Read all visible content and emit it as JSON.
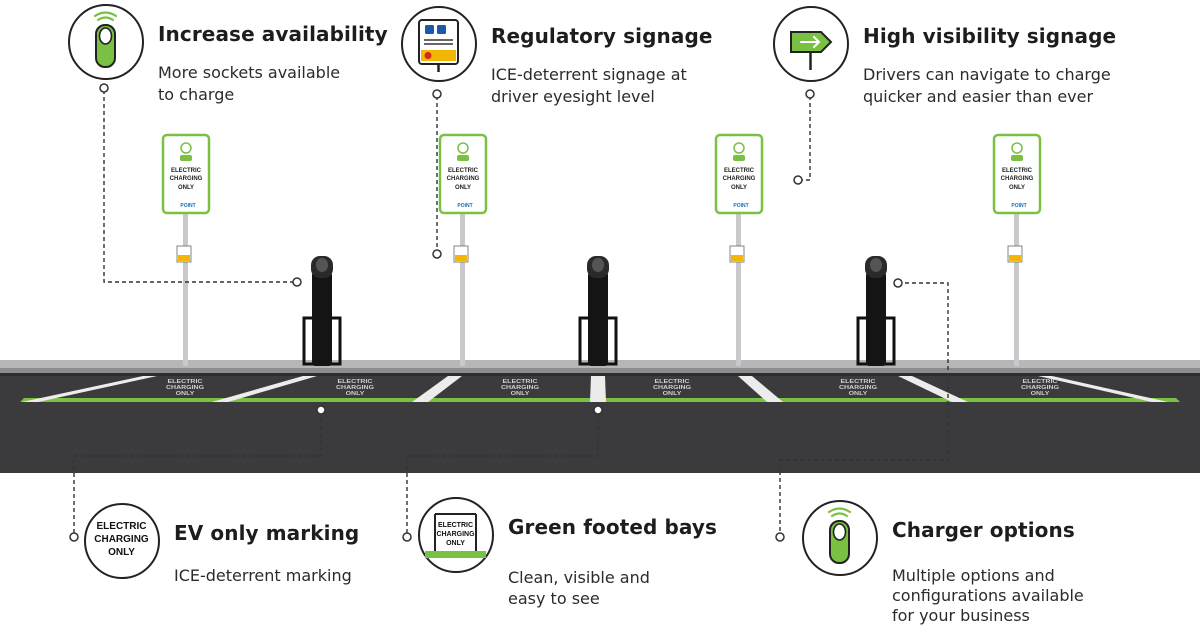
{
  "features": [
    {
      "id": "increase-availability",
      "icon": "charger-icon",
      "title": "Increase availability",
      "desc": [
        "More sockets available",
        "to charge"
      ]
    },
    {
      "id": "regulatory-signage",
      "icon": "regulatory-sign-icon",
      "title": "Regulatory signage",
      "desc": [
        "ICE-deterrent signage at",
        "driver eyesight level"
      ]
    },
    {
      "id": "high-visibility-signage",
      "icon": "arrow-sign-icon",
      "title": "High visibility signage",
      "desc": [
        "Drivers can navigate to charge",
        "quicker and easier than ever"
      ]
    },
    {
      "id": "ev-only-marking",
      "icon": "ev-marking-icon",
      "title": "EV only marking",
      "desc": [
        "ICE-deterrent marking"
      ]
    },
    {
      "id": "green-footed-bays",
      "icon": "green-bay-icon",
      "title": "Green footed bays",
      "desc": [
        "Clean, visible and",
        "easy to see"
      ]
    },
    {
      "id": "charger-options",
      "icon": "charger-icon",
      "title": "Charger options",
      "desc": [
        "Multiple options and",
        "configurations available",
        "for your business"
      ]
    }
  ],
  "sign": {
    "line1": "ELECTRIC",
    "line2": "CHARGING",
    "line3": "ONLY",
    "brand": "POINT"
  },
  "bay_marking": [
    "ELECTRIC",
    "CHARGING",
    "ONLY"
  ],
  "colors": {
    "accent_green": "#7ac143",
    "road": "#3b3b3d",
    "pavement": "#a9a9ab",
    "ink": "#222222"
  }
}
